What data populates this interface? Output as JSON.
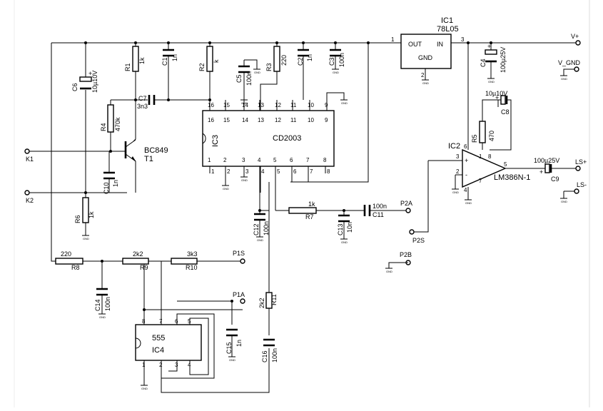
{
  "components": {
    "ic1": {
      "ref": "IC1",
      "value": "78L05",
      "out": "OUT",
      "in": "IN",
      "gnd": "GND",
      "p1": "1",
      "p2": "2",
      "p3": "3"
    },
    "ic2": {
      "ref": "IC2",
      "value": "LM386N-1",
      "plus": "+",
      "minus": "-",
      "p1": "1",
      "p2": "2",
      "p3": "3",
      "p4": "4",
      "p5": "5",
      "p6": "6",
      "p7": "7",
      "p8": "8"
    },
    "ic3": {
      "ref": "IC3",
      "value": "CD2003",
      "pins_top": [
        "16",
        "15",
        "14",
        "13",
        "12",
        "11",
        "10",
        "9"
      ],
      "pins_bottom": [
        "1",
        "2",
        "3",
        "4",
        "5",
        "6",
        "7",
        "8"
      ]
    },
    "ic4": {
      "ref": "IC4",
      "value": "555",
      "pins_top": [
        "8",
        "7",
        "6",
        "5"
      ],
      "pins_bottom": [
        "1",
        "2",
        "3",
        "4"
      ]
    },
    "t1": {
      "type": "BC849",
      "ref": "T1"
    },
    "c1": {
      "ref": "C1",
      "value": "1n"
    },
    "c2": {
      "ref": "C2",
      "value": "1n"
    },
    "c3": {
      "ref": "C3",
      "value": "100n"
    },
    "c4": {
      "ref": "C4",
      "value": "100µ25V",
      "plus": "+"
    },
    "c5": {
      "ref": "C5",
      "value": "100n"
    },
    "c6": {
      "ref": "C6",
      "value": "10µ10V",
      "plus": "+"
    },
    "c7": {
      "ref": "C7",
      "value": "3n3"
    },
    "c8": {
      "ref": "C8",
      "value": "10µ10V",
      "plus": "+"
    },
    "c9": {
      "ref": "C9",
      "value": "100µ25V",
      "plus": "+"
    },
    "c10": {
      "ref": "C10",
      "value": "1n"
    },
    "c11": {
      "ref": "C11",
      "value": "100n"
    },
    "c12": {
      "ref": "C12",
      "value": "100n"
    },
    "c13": {
      "ref": "C13",
      "value": "10n"
    },
    "c14": {
      "ref": "C14",
      "value": "100n"
    },
    "c15": {
      "ref": "C15",
      "value": "1n"
    },
    "c16": {
      "ref": "C16",
      "value": "100n"
    },
    "r1": {
      "ref": "R1",
      "value": "1k"
    },
    "r2": {
      "ref": "R2",
      "value": "k"
    },
    "r3": {
      "ref": "R3",
      "value": "220"
    },
    "r4": {
      "ref": "R4",
      "value": "470k"
    },
    "r5": {
      "ref": "R5",
      "value": "470"
    },
    "r6": {
      "ref": "R6",
      "value": "1k"
    },
    "r7": {
      "ref": "R7",
      "value": "1k"
    },
    "r8": {
      "ref": "R8",
      "value": "220"
    },
    "r9": {
      "ref": "R9",
      "value": "2k2"
    },
    "r10": {
      "ref": "R10",
      "value": "3k3"
    },
    "r11": {
      "ref": "R11",
      "value": "2k2"
    }
  },
  "terminals": {
    "vplus": "V+",
    "vgnd": "V_GND",
    "k1": "K1",
    "k2": "K2",
    "lsplus": "LS+",
    "lsminus": "LS-",
    "p1s": "P1S",
    "p1a": "P1A",
    "p2a": "P2A",
    "p2b": "P2B",
    "p2s": "P2S"
  },
  "gnd_label": "GND"
}
